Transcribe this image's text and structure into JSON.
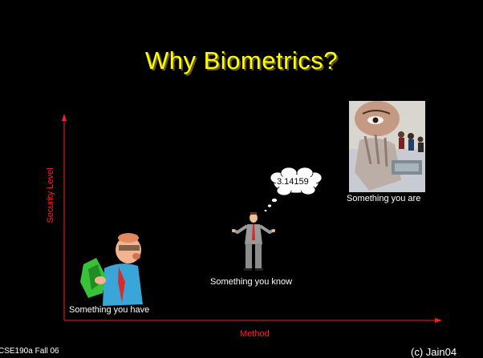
{
  "title": "Why Biometrics?",
  "axes": {
    "y_label": "Security Level",
    "x_label": "Method"
  },
  "items": [
    {
      "label": "Something you have",
      "illustration": "man-holding-money-icon"
    },
    {
      "label": "Something you know",
      "illustration": "businessman-shrugging-icon",
      "thought": "3.14159"
    },
    {
      "label": "Something you are",
      "illustration": "face-eye-hand-photo"
    }
  ],
  "footer": {
    "left": "CSE190a Fall 06",
    "right": "(c) Jain04"
  },
  "colors": {
    "background": "#000000",
    "title": "#ffff00",
    "axis": "#ff1f1f",
    "text": "#ffffff"
  }
}
